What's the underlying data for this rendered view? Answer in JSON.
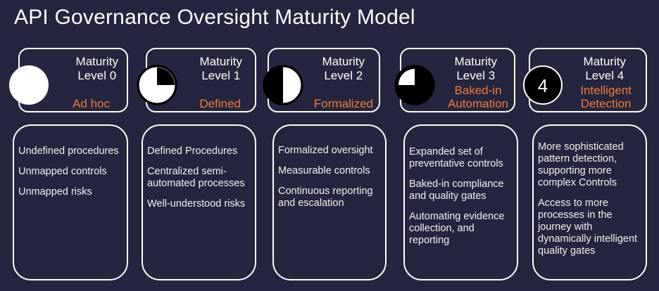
{
  "title": "API Governance Oversight Maturity Model",
  "colors": {
    "background": "#25253f",
    "accent": "#f07a3a",
    "border": "#ffffff"
  },
  "levels": [
    {
      "heading": [
        "Maturity",
        "Level 0"
      ],
      "name": [
        "Ad hoc"
      ],
      "icon": "harvey-ball-empty",
      "fill_fraction": 0,
      "items": [
        "Undefined procedures",
        "Unmapped controls",
        "Unmapped risks"
      ]
    },
    {
      "heading": [
        "Maturity",
        "Level 1"
      ],
      "name": [
        "Defined"
      ],
      "icon": "harvey-ball-quarter",
      "fill_fraction": 0.25,
      "items": [
        "Defined Procedures",
        "Centralized semi-automated processes",
        "Well-understood risks"
      ]
    },
    {
      "heading": [
        "Maturity",
        "Level 2"
      ],
      "name": [
        "Formalized"
      ],
      "icon": "harvey-ball-half",
      "fill_fraction": 0.5,
      "items": [
        "Formalized oversight",
        "Measurable controls",
        "Continuous reporting and escalation"
      ]
    },
    {
      "heading": [
        "Maturity",
        "Level 3"
      ],
      "name": [
        "Baked-in",
        "Automation"
      ],
      "icon": "harvey-ball-three-quarter",
      "fill_fraction": 0.75,
      "items": [
        "Expanded set of preventative controls",
        "Baked-in compliance and quality gates",
        "Automating evidence collection, and reporting"
      ]
    },
    {
      "heading": [
        "Maturity",
        "Level 4"
      ],
      "name": [
        "Intelligent",
        "Detection"
      ],
      "icon": "harvey-ball-full-numbered",
      "fill_fraction": 1,
      "badge": "4",
      "items": [
        "More sophisticated pattern detection, supporting more complex Controls",
        "Access to more processes in the journey with dynamically intelligent quality gates"
      ]
    }
  ]
}
